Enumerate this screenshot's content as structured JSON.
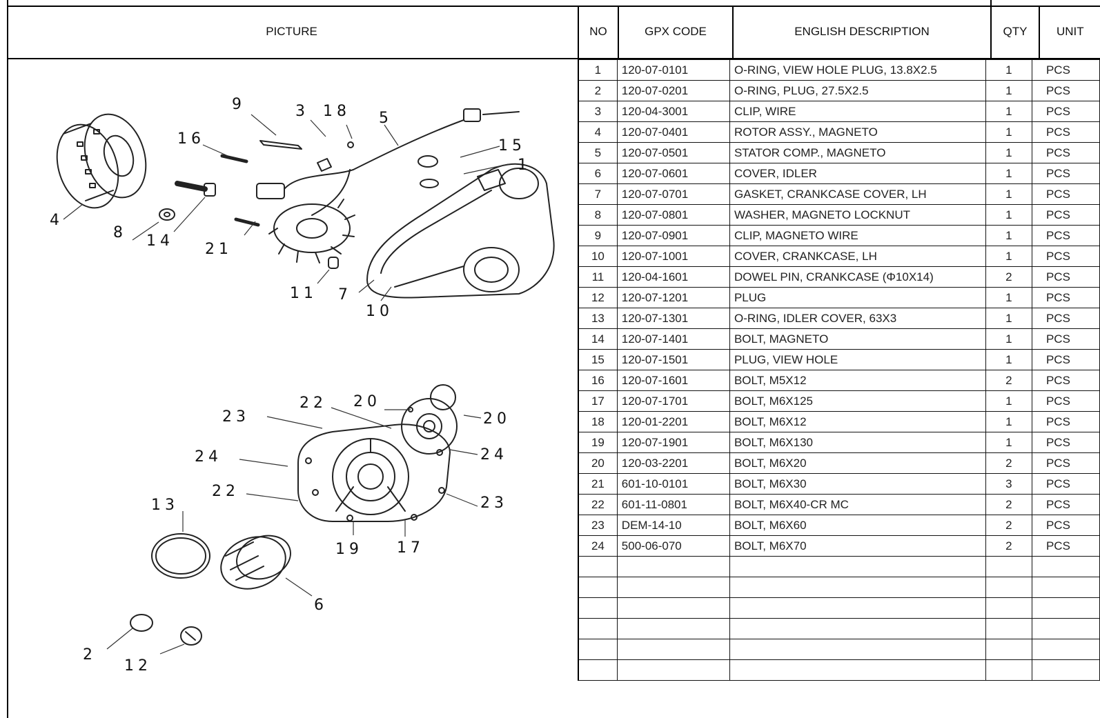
{
  "header": {
    "picture": "PICTURE",
    "no": "NO",
    "gpx_code": "GPX CODE",
    "description": "ENGLISH DESCRIPTION",
    "qty": "QTY",
    "unit": "UNIT"
  },
  "callouts": {
    "c1": "1",
    "c2": "2",
    "c3": "3",
    "c4": "4",
    "c5": "5",
    "c6": "6",
    "c7": "7",
    "c8": "8",
    "c9": "9",
    "c10": "10",
    "c11": "11",
    "c12": "12",
    "c13": "13",
    "c14": "14",
    "c15": "15",
    "c16": "16",
    "c17": "17",
    "c18": "18",
    "c19": "19",
    "c20a": "20",
    "c20b": "20",
    "c21": "21",
    "c22a": "22",
    "c22b": "22",
    "c23a": "23",
    "c23b": "23",
    "c24a": "24",
    "c24b": "24"
  },
  "rows": [
    {
      "no": "1",
      "code": "120-07-0101",
      "desc": "O-RING, VIEW HOLE PLUG, 13.8X2.5",
      "qty": "1",
      "unit": "PCS"
    },
    {
      "no": "2",
      "code": "120-07-0201",
      "desc": "O-RING, PLUG, 27.5X2.5",
      "qty": "1",
      "unit": "PCS"
    },
    {
      "no": "3",
      "code": "120-04-3001",
      "desc": "CLIP, WIRE",
      "qty": "1",
      "unit": "PCS"
    },
    {
      "no": "4",
      "code": "120-07-0401",
      "desc": "ROTOR ASSY., MAGNETO",
      "qty": "1",
      "unit": "PCS"
    },
    {
      "no": "5",
      "code": "120-07-0501",
      "desc": "STATOR COMP., MAGNETO",
      "qty": "1",
      "unit": "PCS"
    },
    {
      "no": "6",
      "code": "120-07-0601",
      "desc": "COVER, IDLER",
      "qty": "1",
      "unit": "PCS"
    },
    {
      "no": "7",
      "code": "120-07-0701",
      "desc": "GASKET, CRANKCASE COVER, LH",
      "qty": "1",
      "unit": "PCS"
    },
    {
      "no": "8",
      "code": "120-07-0801",
      "desc": "WASHER, MAGNETO LOCKNUT",
      "qty": "1",
      "unit": "PCS"
    },
    {
      "no": "9",
      "code": "120-07-0901",
      "desc": "CLIP, MAGNETO WIRE",
      "qty": "1",
      "unit": "PCS"
    },
    {
      "no": "10",
      "code": "120-07-1001",
      "desc": "COVER, CRANKCASE, LH",
      "qty": "1",
      "unit": "PCS"
    },
    {
      "no": "11",
      "code": "120-04-1601",
      "desc": "DOWEL PIN, CRANKCASE (Φ10X14)",
      "qty": "2",
      "unit": "PCS"
    },
    {
      "no": "12",
      "code": "120-07-1201",
      "desc": "PLUG",
      "qty": "1",
      "unit": "PCS"
    },
    {
      "no": "13",
      "code": "120-07-1301",
      "desc": "O-RING, IDLER COVER, 63X3",
      "qty": "1",
      "unit": "PCS"
    },
    {
      "no": "14",
      "code": "120-07-1401",
      "desc": "BOLT, MAGNETO",
      "qty": "1",
      "unit": "PCS"
    },
    {
      "no": "15",
      "code": "120-07-1501",
      "desc": "PLUG, VIEW HOLE",
      "qty": "1",
      "unit": "PCS"
    },
    {
      "no": "16",
      "code": "120-07-1601",
      "desc": "BOLT, M5X12",
      "qty": "2",
      "unit": "PCS"
    },
    {
      "no": "17",
      "code": "120-07-1701",
      "desc": "BOLT, M6X125",
      "qty": "1",
      "unit": "PCS"
    },
    {
      "no": "18",
      "code": "120-01-2201",
      "desc": "BOLT, M6X12",
      "qty": "1",
      "unit": "PCS"
    },
    {
      "no": "19",
      "code": "120-07-1901",
      "desc": "BOLT, M6X130",
      "qty": "1",
      "unit": "PCS"
    },
    {
      "no": "20",
      "code": "120-03-2201",
      "desc": "BOLT, M6X20",
      "qty": "2",
      "unit": "PCS"
    },
    {
      "no": "21",
      "code": "601-10-0101",
      "desc": "BOLT, M6X30",
      "qty": "3",
      "unit": "PCS"
    },
    {
      "no": "22",
      "code": "601-11-0801",
      "desc": "BOLT, M6X40-CR MC",
      "qty": "2",
      "unit": "PCS"
    },
    {
      "no": "23",
      "code": "DEM-14-10",
      "desc": "BOLT, M6X60",
      "qty": "2",
      "unit": "PCS"
    },
    {
      "no": "24",
      "code": "500-06-070",
      "desc": "BOLT, M6X70",
      "qty": "2",
      "unit": "PCS"
    },
    {
      "no": "",
      "code": "",
      "desc": "",
      "qty": "",
      "unit": ""
    },
    {
      "no": "",
      "code": "",
      "desc": "",
      "qty": "",
      "unit": ""
    },
    {
      "no": "",
      "code": "",
      "desc": "",
      "qty": "",
      "unit": ""
    },
    {
      "no": "",
      "code": "",
      "desc": "",
      "qty": "",
      "unit": ""
    },
    {
      "no": "",
      "code": "",
      "desc": "",
      "qty": "",
      "unit": ""
    },
    {
      "no": "",
      "code": "",
      "desc": "",
      "qty": "",
      "unit": ""
    }
  ]
}
